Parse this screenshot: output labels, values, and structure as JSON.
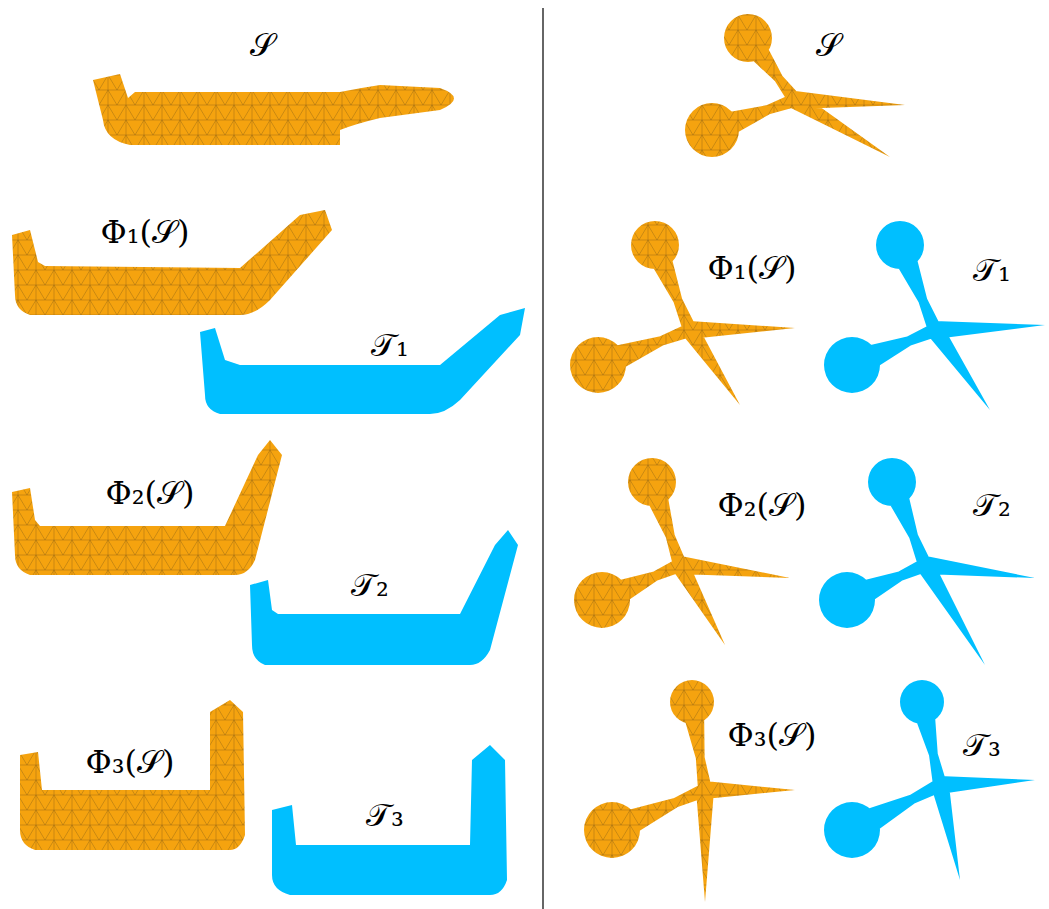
{
  "diagram": {
    "labels": [
      "𝒮",
      "Φ₁(𝒮)",
      "𝒯₁",
      "Φ₂(𝒮)",
      "𝒯₂",
      "Φ₃(𝒮)",
      "𝒯₃",
      "𝒮",
      "Φ₁(𝒮)",
      "𝒯₁",
      "Φ₂(𝒮)",
      "𝒯₂",
      "Φ₃(𝒮)",
      "𝒯₃"
    ]
  }
}
